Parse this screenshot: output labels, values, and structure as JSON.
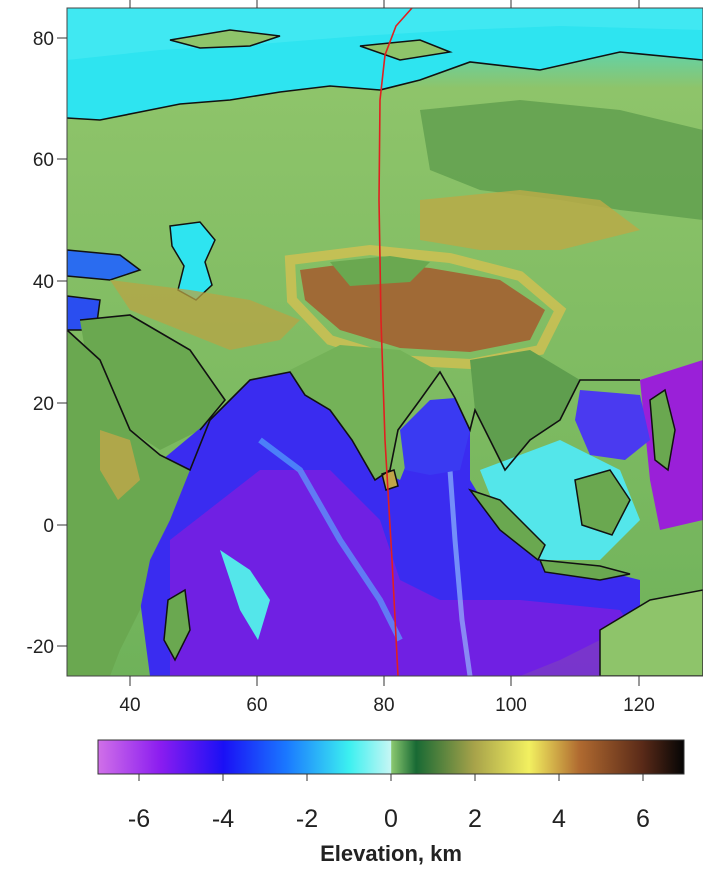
{
  "map": {
    "x_axis": {
      "ticks": [
        "40",
        "60",
        "80",
        "100",
        "120"
      ]
    },
    "y_axis": {
      "ticks": [
        "80",
        "60",
        "40",
        "20",
        "0",
        "-20"
      ]
    }
  },
  "colorbar": {
    "title": "Elevation, km",
    "ticks": [
      "-6",
      "-4",
      "-2",
      "0",
      "2",
      "4",
      "6"
    ],
    "range": [
      -7,
      7
    ],
    "stops": [
      {
        "v": -7,
        "color": "#d070e8"
      },
      {
        "v": -5.5,
        "color": "#8a1cf0"
      },
      {
        "v": -4,
        "color": "#1a10f5"
      },
      {
        "v": -2.5,
        "color": "#1a78ff"
      },
      {
        "v": -1,
        "color": "#3cf0f0"
      },
      {
        "v": 0,
        "color": "#c6f6f4"
      },
      {
        "v": 0.01,
        "color": "#8bc870"
      },
      {
        "v": 0.6,
        "color": "#186a34"
      },
      {
        "v": 2,
        "color": "#a8a34a"
      },
      {
        "v": 3.3,
        "color": "#f2f060"
      },
      {
        "v": 4.5,
        "color": "#b06a30"
      },
      {
        "v": 6,
        "color": "#5a2a18"
      },
      {
        "v": 7,
        "color": "#050505"
      }
    ]
  },
  "colors": {
    "ocean_deep": "#7a1fe0",
    "ocean_mid": "#2a2ef0",
    "shelf": "#54e6ea",
    "arctic": "#2ee4f0",
    "land_low": "#8ec46a",
    "land_mid": "#4f9a46",
    "highland": "#c8b040",
    "plateau": "#9a6a3a",
    "coastline": "#111111",
    "profile_line": "#e02020"
  }
}
